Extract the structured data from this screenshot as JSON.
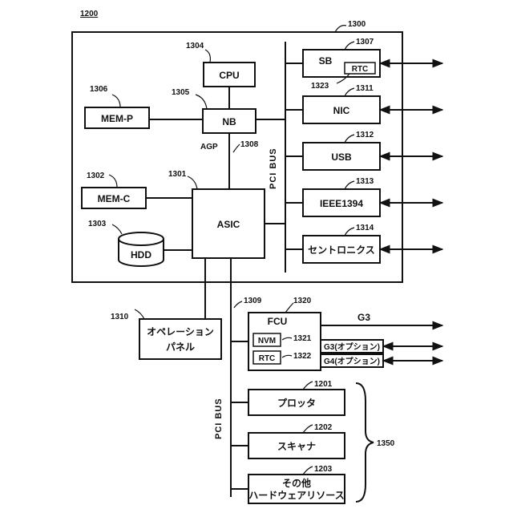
{
  "refs": {
    "r1200": "1200",
    "r1300": "1300",
    "r1304": "1304",
    "r1306": "1306",
    "r1305": "1305",
    "r1308": "1308",
    "r1301": "1301",
    "r1302": "1302",
    "r1303": "1303",
    "r1307": "1307",
    "r1323": "1323",
    "r1311": "1311",
    "r1312": "1312",
    "r1313": "1313",
    "r1314": "1314",
    "r1309": "1309",
    "r1320": "1320",
    "r1310": "1310",
    "r1321": "1321",
    "r1322": "1322",
    "r1201": "1201",
    "r1202": "1202",
    "r1203": "1203",
    "r1350": "1350"
  },
  "blocks": {
    "cpu": "CPU",
    "nb": "NB",
    "mem_p": "MEM-P",
    "mem_c": "MEM-C",
    "asic": "ASIC",
    "hdd": "HDD",
    "sb": "SB",
    "rtc_sb": "RTC",
    "nic": "NIC",
    "usb": "USB",
    "ieee": "IEEE1394",
    "centronics": "セントロニクス",
    "op_panel_1": "オペレーション",
    "op_panel_2": "パネル",
    "fcu": "FCU",
    "nvm": "NVM",
    "rtc_fcu": "RTC",
    "g3_opt": "G3(オプション)",
    "g4_opt": "G4(オプション)",
    "g3": "G3",
    "plotter": "プロッタ",
    "scanner": "スキャナ",
    "other_hw_1": "その他",
    "other_hw_2": "ハードウェアリソース"
  },
  "labels": {
    "agp": "AGP",
    "pci_bus_top": "PCI BUS",
    "pci_bus_bottom": "PCI BUS"
  }
}
